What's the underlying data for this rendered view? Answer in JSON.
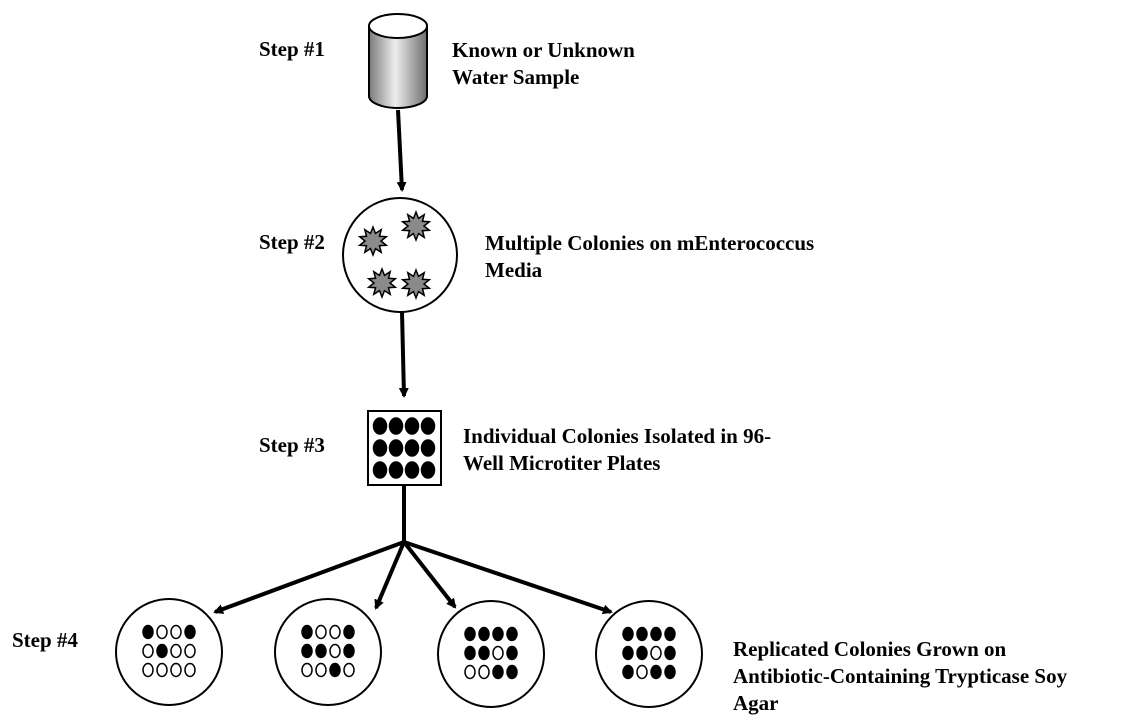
{
  "steps": [
    {
      "label": "Step #1",
      "description": "Known or Unknown\nWater Sample"
    },
    {
      "label": "Step #2",
      "description": "Multiple Colonies on mEnterococcus\nMedia"
    },
    {
      "label": "Step #3",
      "description": "Individual Colonies Isolated in 96-\nWell Microtiter Plates"
    },
    {
      "label": "Step #4",
      "description": "Replicated Colonies Grown on\nAntibiotic-Containing Trypticase Soy\nAgar"
    }
  ],
  "microtiter_plate": {
    "rows": 3,
    "cols": 4,
    "filled": [
      [
        1,
        1,
        1,
        1
      ],
      [
        1,
        1,
        1,
        1
      ],
      [
        1,
        1,
        1,
        1
      ]
    ]
  },
  "replicate_plates": [
    {
      "pattern": [
        [
          1,
          0,
          0,
          1
        ],
        [
          0,
          1,
          0,
          0
        ],
        [
          0,
          0,
          0,
          0
        ]
      ]
    },
    {
      "pattern": [
        [
          1,
          0,
          0,
          1
        ],
        [
          1,
          1,
          0,
          1
        ],
        [
          0,
          0,
          1,
          0
        ]
      ]
    },
    {
      "pattern": [
        [
          1,
          1,
          1,
          1
        ],
        [
          1,
          1,
          0,
          1
        ],
        [
          0,
          0,
          1,
          1
        ]
      ]
    },
    {
      "pattern": [
        [
          1,
          1,
          1,
          1
        ],
        [
          1,
          1,
          0,
          1
        ],
        [
          1,
          0,
          1,
          1
        ]
      ]
    }
  ]
}
